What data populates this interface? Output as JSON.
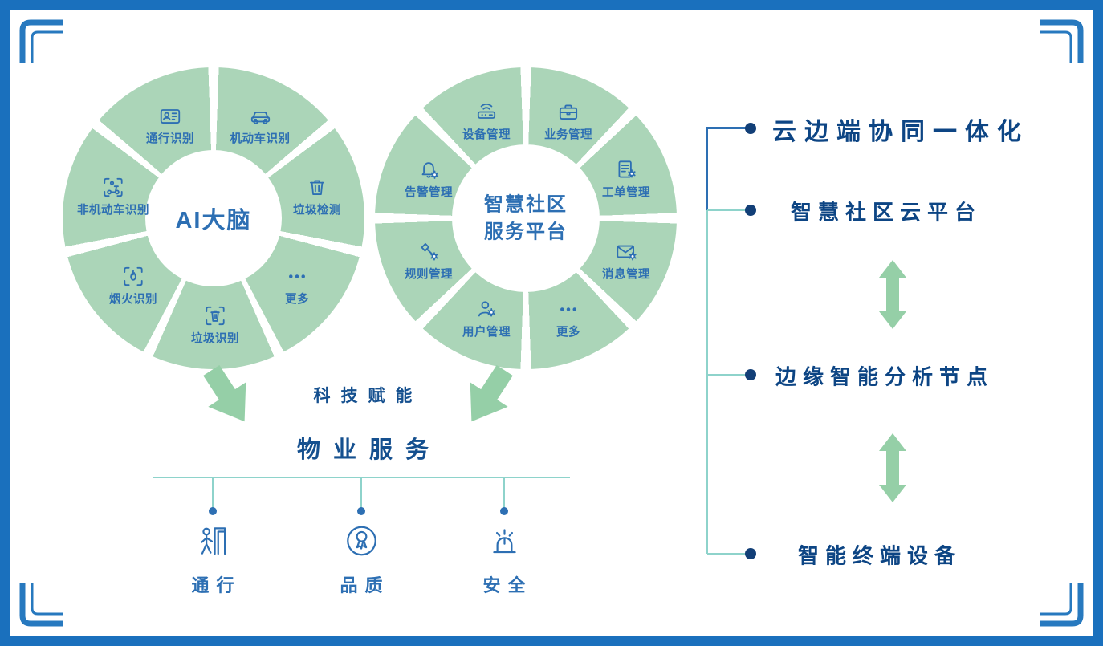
{
  "palette": {
    "frame_blue": "#1a70bd",
    "corner_blue": "#2779bf",
    "segment_green": "#abd5b8",
    "icon_blue": "#2d6fb3",
    "dark_blue": "#15508f",
    "navy_text": "#0d4584",
    "teal_line": "#8ed3cb",
    "arrow_green": "#95cfa7"
  },
  "left_donut": {
    "center_label": "AI大脑",
    "segments": [
      {
        "label": "机动车识别",
        "icon": "car-icon"
      },
      {
        "label": "垃圾检测",
        "icon": "trash-icon"
      },
      {
        "label": "更多",
        "icon": "more-dots-icon"
      },
      {
        "label": "垃圾识别",
        "icon": "trash-scan-icon"
      },
      {
        "label": "烟火识别",
        "icon": "flame-scan-icon"
      },
      {
        "label": "非机动车识别",
        "icon": "scooter-scan-icon"
      },
      {
        "label": "通行识别",
        "icon": "id-badge-icon"
      }
    ]
  },
  "middle_donut": {
    "center_label_line1": "智慧社区",
    "center_label_line2": "服务平台",
    "segments": [
      {
        "label": "业务管理",
        "icon": "briefcase-icon"
      },
      {
        "label": "工单管理",
        "icon": "document-gear-icon"
      },
      {
        "label": "消息管理",
        "icon": "mail-gear-icon"
      },
      {
        "label": "更多",
        "icon": "more-dots-icon"
      },
      {
        "label": "用户管理",
        "icon": "user-gear-icon"
      },
      {
        "label": "规则管理",
        "icon": "gavel-gear-icon"
      },
      {
        "label": "告警管理",
        "icon": "bell-gear-icon"
      },
      {
        "label": "设备管理",
        "icon": "device-icon"
      }
    ]
  },
  "empowerment": {
    "tech_label": "科技赋能",
    "service_label": "物业服务"
  },
  "services": [
    {
      "label": "通行",
      "icon": "door-access-icon"
    },
    {
      "label": "品质",
      "icon": "medal-icon"
    },
    {
      "label": "安全",
      "icon": "siren-icon"
    }
  ],
  "right_panel": {
    "items": [
      {
        "label": "云边端协同一体化"
      },
      {
        "label": "智慧社区云平台"
      },
      {
        "label": "边缘智能分析节点"
      },
      {
        "label": "智能终端设备"
      }
    ]
  }
}
